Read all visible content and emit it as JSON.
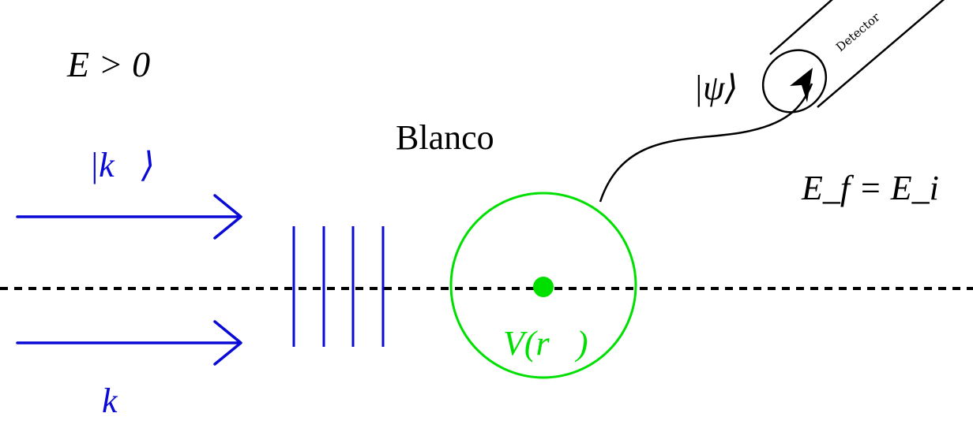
{
  "labels": {
    "energy_condition": "E > 0",
    "incident_ket": "|k⃗⟩",
    "wavevector": "k⃗",
    "target": "Blanco",
    "potential": "V(r⃗)",
    "scattered_ket": "|ψ⟩",
    "energy_conservation": "E_f = E_i",
    "detector": "Detector"
  },
  "colors": {
    "incident": "#0a0ad6",
    "target": "#00e000",
    "ink": "#000000"
  }
}
